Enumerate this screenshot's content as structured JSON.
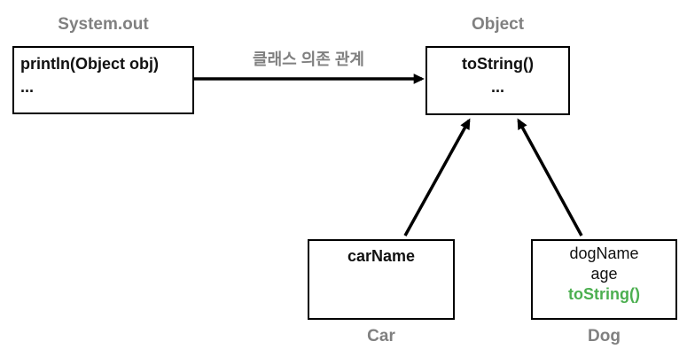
{
  "diagram": {
    "captions": {
      "system_out": "System.out",
      "object": "Object",
      "car": "Car",
      "dog": "Dog"
    },
    "arrow_label": "클래스 의존 관계",
    "boxes": {
      "println": {
        "line1": "println(Object obj)",
        "line2": "..."
      },
      "object": {
        "line1": "toString()",
        "line2": "..."
      },
      "car": {
        "line1": "carName"
      },
      "dog": {
        "line1": "dogName",
        "line2": "age",
        "line3": "toString()"
      }
    },
    "colors": {
      "caption_gray": "#808080",
      "method_green": "#4caf50",
      "stroke_black": "#000000"
    }
  }
}
